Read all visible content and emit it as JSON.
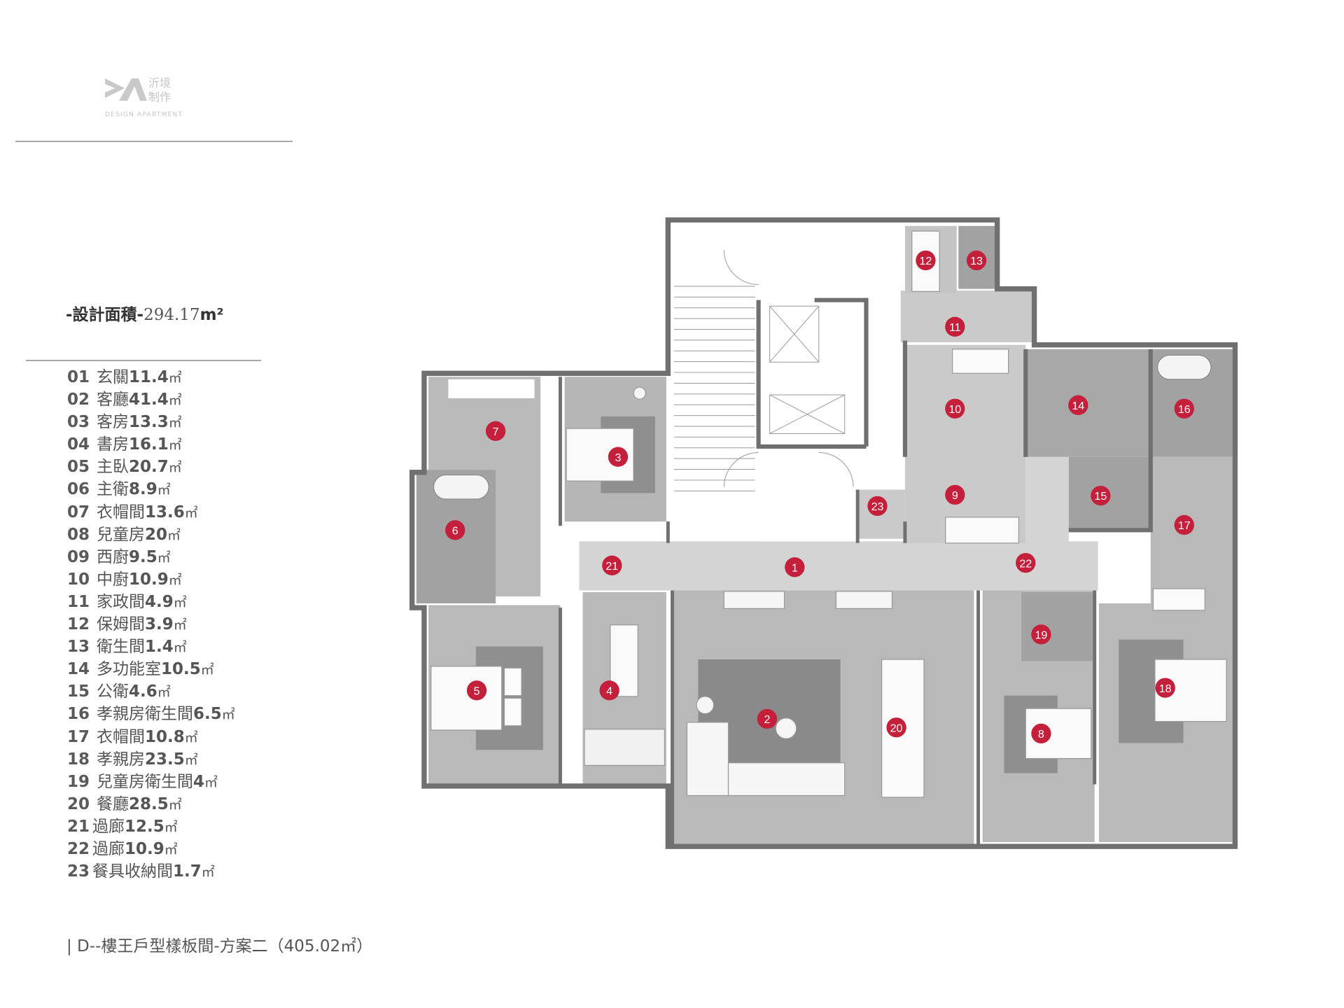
{
  "logo": {
    "cn_line1": "沂境",
    "cn_line2": "制作",
    "en": "DESIGN APARTMENT"
  },
  "design_area": {
    "label": "-設計面積-",
    "value": "294.17",
    "unit": "m²"
  },
  "rooms": [
    {
      "num": "01",
      "name": "玄關",
      "area": "11.4",
      "unit": "㎡"
    },
    {
      "num": "02",
      "name": "客廳",
      "area": "41.4",
      "unit": "㎡"
    },
    {
      "num": "03",
      "name": "客房",
      "area": "13.3",
      "unit": "㎡"
    },
    {
      "num": "04",
      "name": "書房",
      "area": "16.1",
      "unit": "㎡"
    },
    {
      "num": "05",
      "name": "主臥",
      "area": "20.7",
      "unit": "㎡"
    },
    {
      "num": "06",
      "name": "主衛",
      "area": "8.9",
      "unit": "㎡"
    },
    {
      "num": "07",
      "name": "衣帽間",
      "area": "13.6",
      "unit": "㎡"
    },
    {
      "num": "08",
      "name": "兒童房",
      "area": "20",
      "unit": "㎡"
    },
    {
      "num": "09",
      "name": "西廚",
      "area": "9.5",
      "unit": "㎡"
    },
    {
      "num": "10",
      "name": "中廚",
      "area": "10.9",
      "unit": "㎡"
    },
    {
      "num": "11",
      "name": "家政間",
      "area": "4.9",
      "unit": "㎡"
    },
    {
      "num": "12",
      "name": "保姆間",
      "area": "3.9",
      "unit": "㎡"
    },
    {
      "num": "13",
      "name": "衛生間",
      "area": "1.4",
      "unit": "㎡"
    },
    {
      "num": "14",
      "name": "多功能室",
      "area": "10.5",
      "unit": "㎡"
    },
    {
      "num": "15",
      "name": "公衛",
      "area": "4.6",
      "unit": "㎡"
    },
    {
      "num": "16",
      "name": "孝親房衛生間",
      "area": "6.5",
      "unit": "㎡"
    },
    {
      "num": "17",
      "name": "衣帽間",
      "area": "10.8",
      "unit": "㎡"
    },
    {
      "num": "18",
      "name": "孝親房",
      "area": "23.5",
      "unit": "㎡"
    },
    {
      "num": "19",
      "name": "兒童房衛生間",
      "area": "4",
      "unit": "㎡"
    },
    {
      "num": "20",
      "name": "餐廳",
      "area": "28.5",
      "unit": "㎡"
    },
    {
      "num": "21",
      "name": "過廊",
      "area": "12.5",
      "unit": "㎡"
    },
    {
      "num": "22",
      "name": "過廊",
      "area": "10.9",
      "unit": "㎡"
    },
    {
      "num": "23",
      "name": "餐具收納間",
      "area": "1.7",
      "unit": "㎡"
    }
  ],
  "caption": "| D--樓王戶型樣板間-方案二（405.02㎡）",
  "plan": {
    "marker_color": "#c41f3b",
    "markers": [
      "1",
      "2",
      "3",
      "4",
      "5",
      "6",
      "7",
      "8",
      "9",
      "10",
      "11",
      "12",
      "13",
      "14",
      "15",
      "16",
      "17",
      "18",
      "19",
      "20",
      "21",
      "22",
      "23"
    ]
  }
}
